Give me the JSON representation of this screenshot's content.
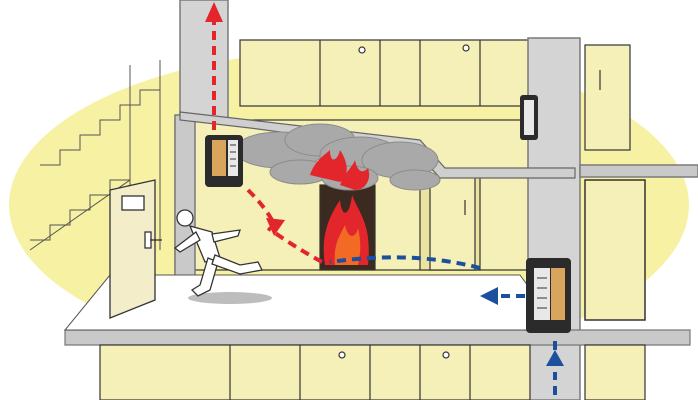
{
  "colors": {
    "background_glow": "#f6f1a3",
    "wall_light": "#f5f0b8",
    "wall_shade": "#ebe3a0",
    "structure_gray": "#c9c9c9",
    "structure_edge": "#7a7a7a",
    "line": "#333333",
    "smoke": "#a8a8a8",
    "flame_red": "#e3262b",
    "flame_orange": "#f26a24",
    "exhaust_arrow": "#e3262b",
    "supply_arrow": "#1c4f9c",
    "damper_body": "#2b2b2b",
    "damper_face": "#d9a45c"
  },
  "icons": {
    "fan_left": "exhaust-fan-icon",
    "fan_right": "supply-fan-icon",
    "person": "running-person-icon",
    "fire": "fire-icon"
  },
  "flows": [
    {
      "id": "smoke-exhaust",
      "color_key": "exhaust_arrow",
      "direction": "up"
    },
    {
      "id": "fresh-air-supply",
      "color_key": "supply_arrow",
      "direction": "left"
    }
  ]
}
